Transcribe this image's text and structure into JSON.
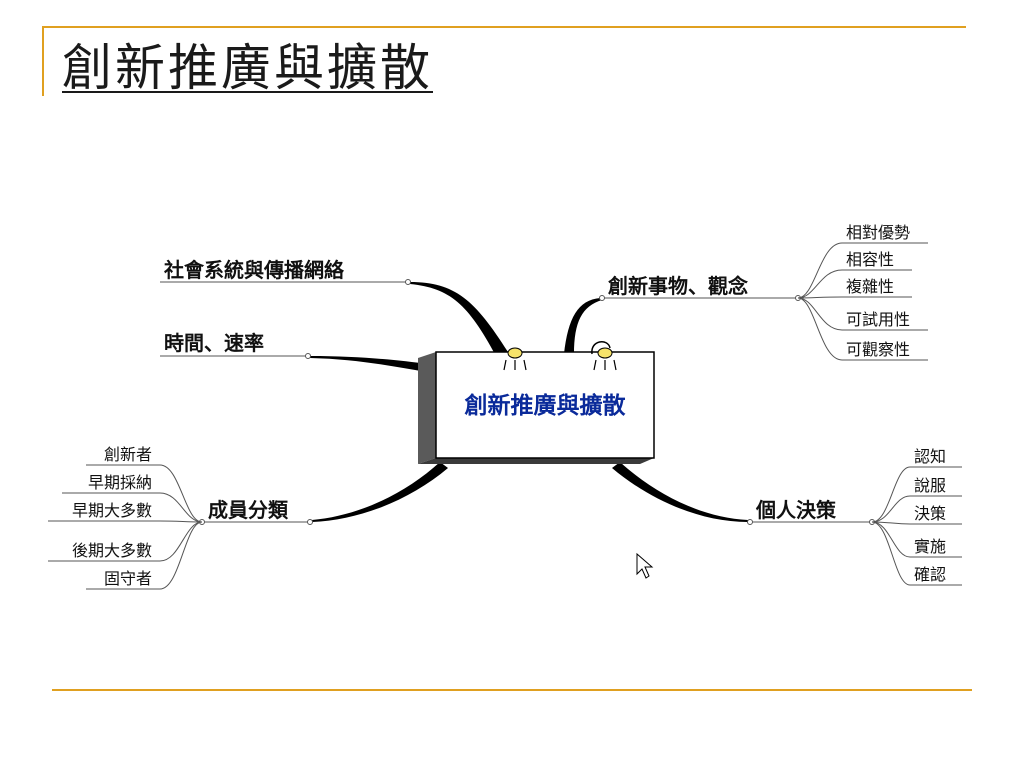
{
  "title": "創新推廣與擴散",
  "diagram": {
    "center": "創新推廣與擴散",
    "branches": {
      "social": "社會系統與傳播網絡",
      "time": "時間、速率",
      "innovation": "創新事物、觀念",
      "members": "成員分類",
      "decision": "個人決策"
    },
    "innovation_items": [
      "相對優勢",
      "相容性",
      "複雜性",
      "可試用性",
      "可觀察性"
    ],
    "member_items": [
      "創新者",
      "早期採納",
      "早期大多數",
      "後期大多數",
      "固守者"
    ],
    "decision_items": [
      "認知",
      "說服",
      "決策",
      "實施",
      "確認"
    ]
  }
}
